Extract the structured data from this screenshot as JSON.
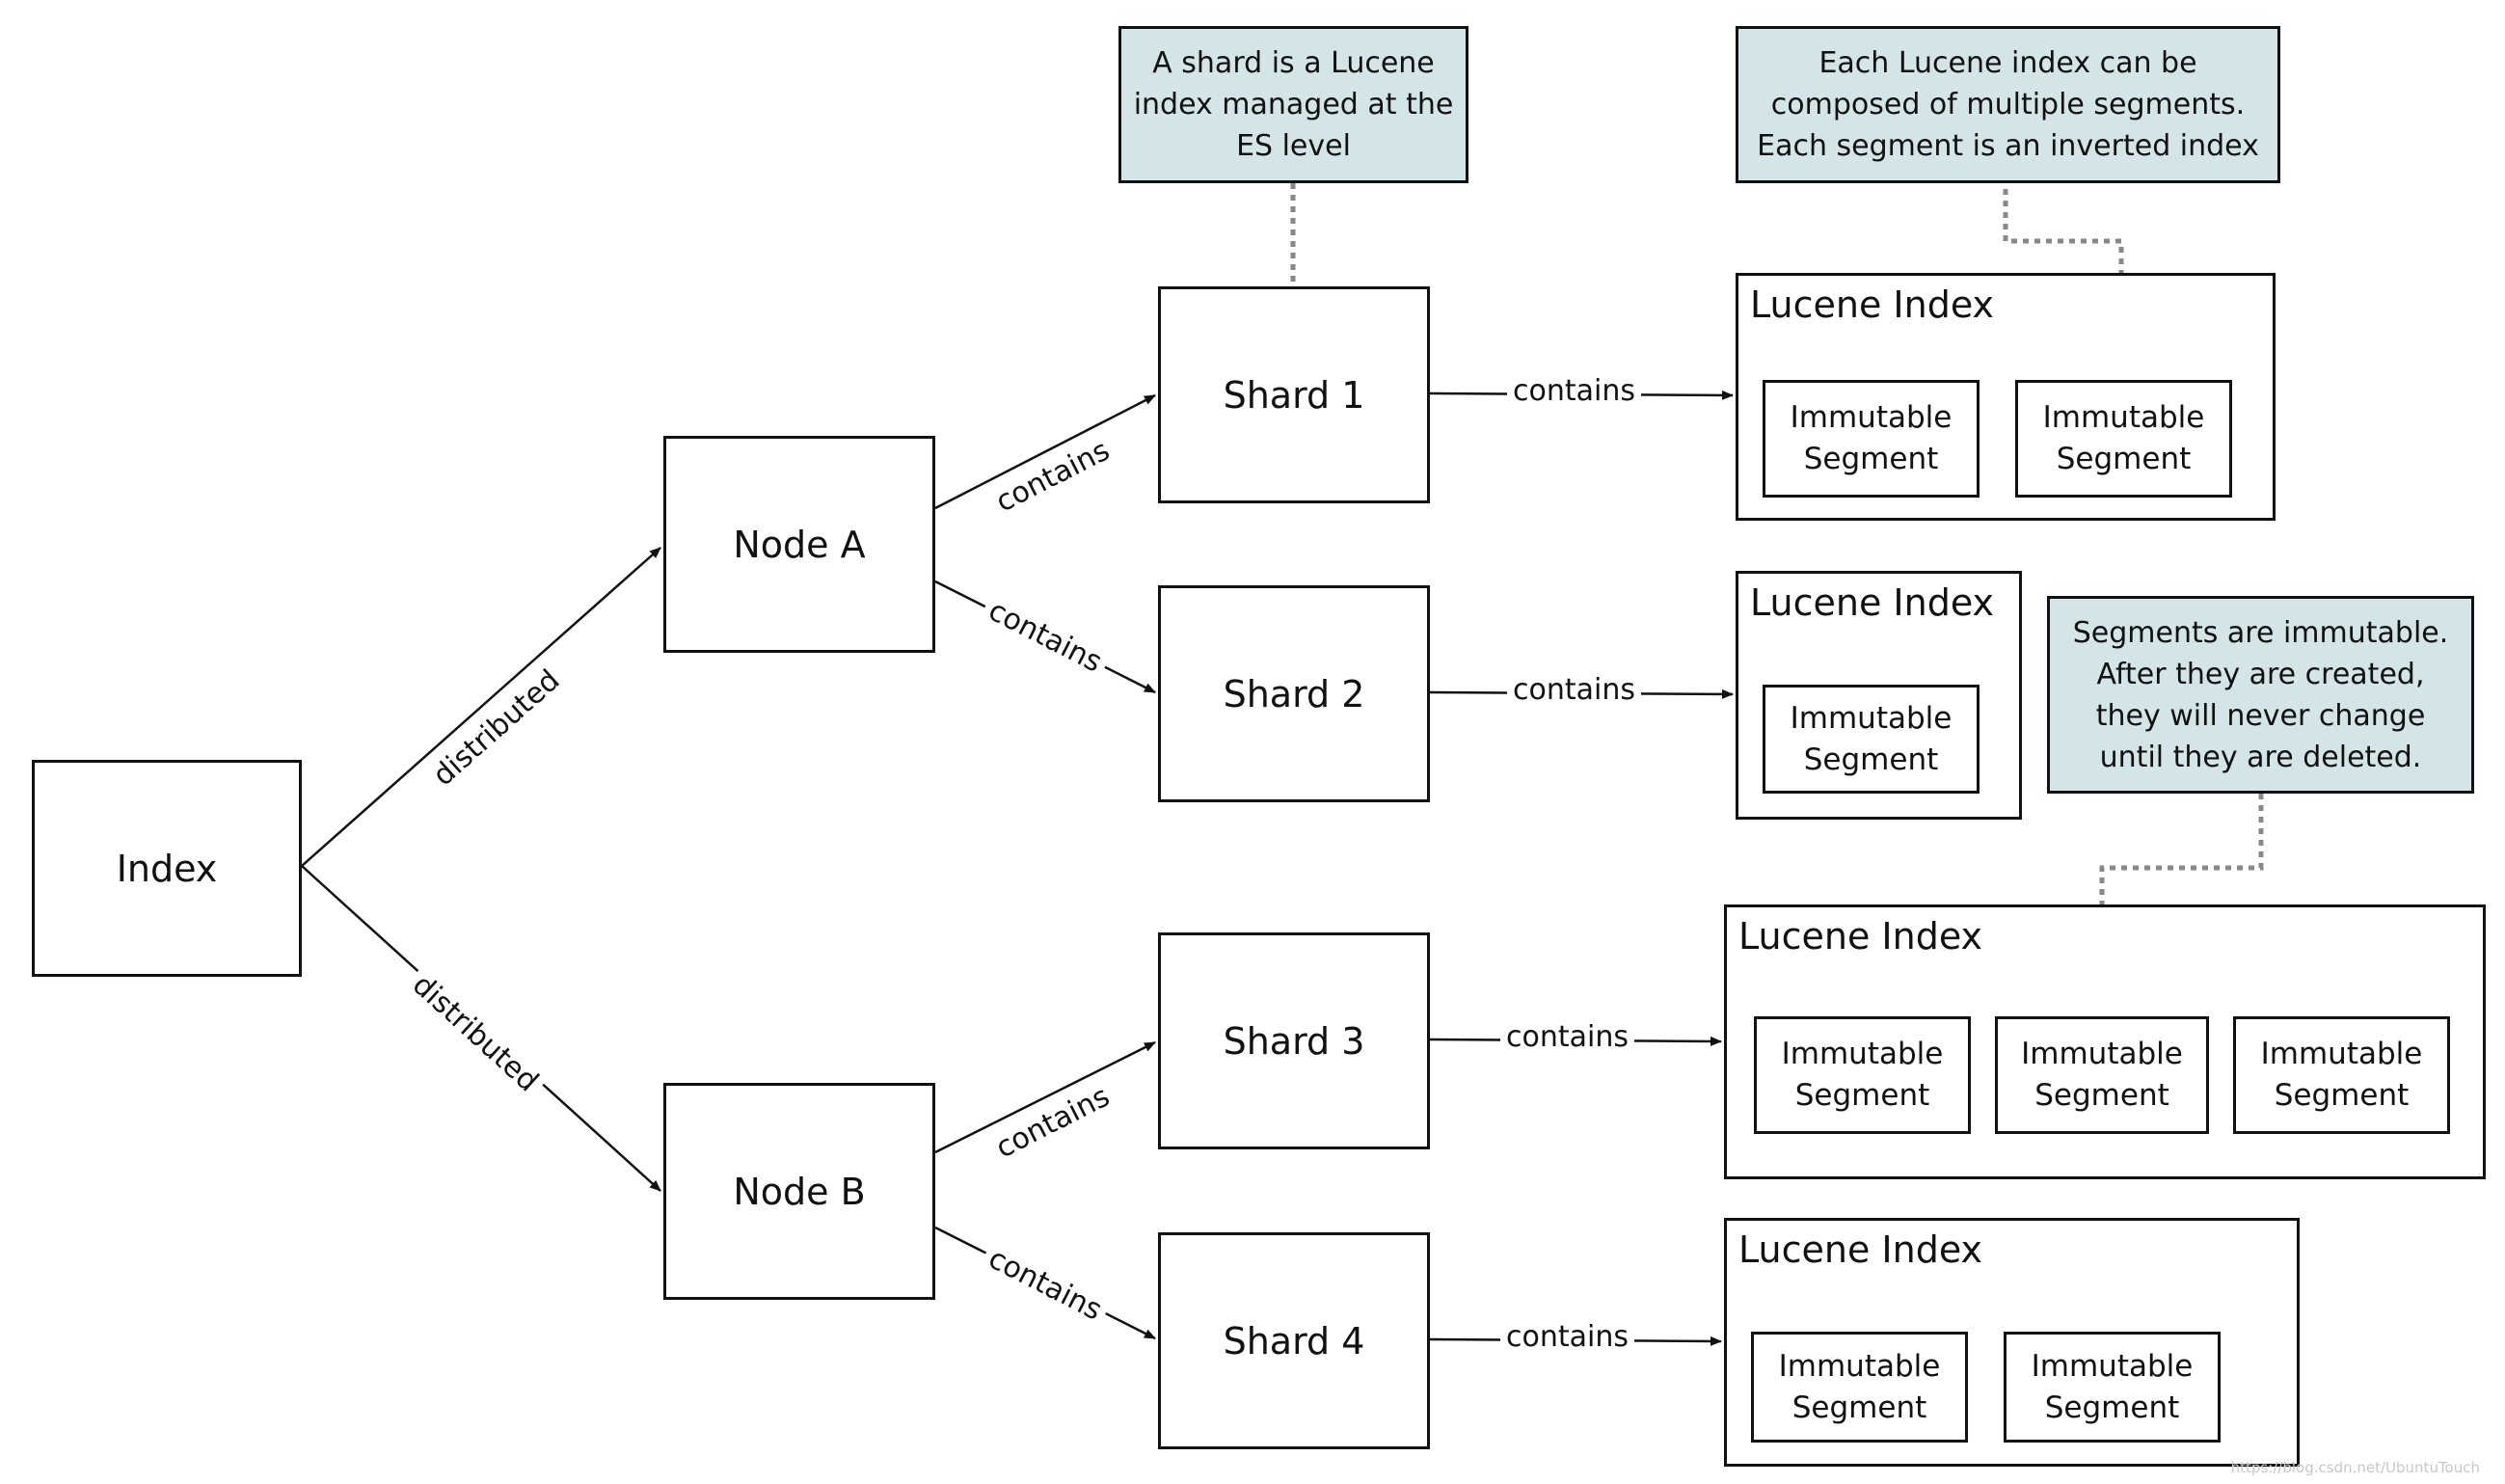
{
  "index": "Index",
  "nodes": [
    "Node A",
    "Node B"
  ],
  "shards": [
    "Shard 1",
    "Shard 2",
    "Shard 3",
    "Shard 4"
  ],
  "edge_labels": {
    "distributed": "distributed",
    "contains": "contains"
  },
  "lucene_title": "Lucene Index",
  "segment_label": "Immutable Segment",
  "notes": {
    "shard": "A shard is a Lucene index managed at the ES level",
    "lucene": "Each Lucene index can be composed of multiple segments. Each segment is an inverted index",
    "segments": "Segments are immutable. After they are created, they will never change until they are deleted."
  },
  "colors": {
    "note_fill": "#d3e5e7",
    "line": "#111111",
    "dotted": "#888888"
  },
  "watermark": "https://blog.csdn.net/UbuntuTouch"
}
